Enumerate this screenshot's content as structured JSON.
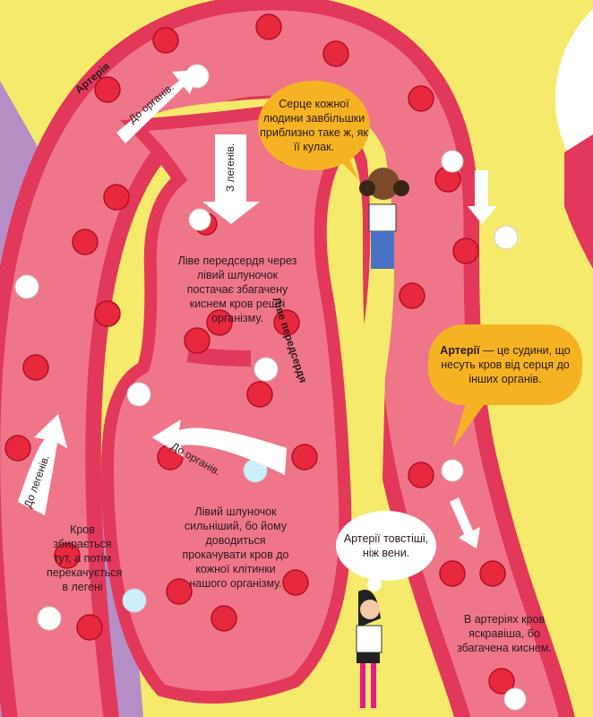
{
  "labels": {
    "artery": "Артерія",
    "left_atrium": "Ліве передсердя"
  },
  "arrows": {
    "to_organs_top": "До органів.",
    "from_lungs": "З легенів.",
    "to_organs_bottom": "До органів.",
    "to_lungs": "До легенів."
  },
  "texts": {
    "left_atrium_info": "Ліве передсердя через лівий шлуночок постачає збагачену киснем кров решті організму.",
    "left_ventricle_info": "Лівий шлуночок сильніший, бо йому доводиться прокачувати кров до кожної клітинки нашого організму.",
    "blood_collects": "Кров збирається тут, а потім перекачується в легені",
    "arteries_bright": "В артеріях кров яскравіша, бо збагачена киснем."
  },
  "bubbles": {
    "heart_size": "Серце кожної людини завбільшки приблизно таке ж, як її кулак.",
    "arteries_def_bold": "Артерії",
    "arteries_def_rest": " — це судини, що несуть кров від серця до інших органів.",
    "arteries_thicker": "Артерії товстіші, ніж вени."
  },
  "colors": {
    "background": "#f6ea6c",
    "vessel_wall": "#e2385a",
    "blood": "#ef7688",
    "vein_region": "#b58ec6",
    "bubble": "#f5b323"
  }
}
